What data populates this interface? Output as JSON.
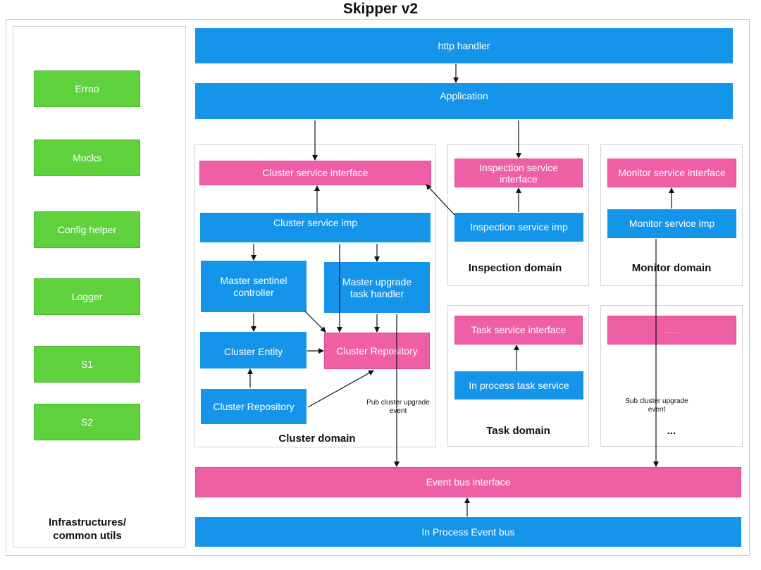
{
  "title": "Skipper v2",
  "infra": {
    "items": [
      "Errno",
      "Mocks",
      "Config helper",
      "Logger",
      "S1",
      "S2"
    ],
    "label_line1": "Infrastructures/",
    "label_line2": "common utils"
  },
  "top": {
    "http_handler": "http handler",
    "application": "Application"
  },
  "cluster_domain": {
    "label": "Cluster domain",
    "service_interface": "Cluster service interface",
    "service_imp": "Cluster service imp",
    "master_sentinel_line1": "Master sentinel",
    "master_sentinel_line2": "controller",
    "master_upgrade_line1": "Master upgrade",
    "master_upgrade_line2": "task handler",
    "cluster_entity": "Cluster Entity",
    "cluster_repository_pink": "Cluster Repository",
    "cluster_repository_blue": "Cluster Repository",
    "pub_note_line1": "Pub cluster upgrade",
    "pub_note_line2": "event"
  },
  "inspection_domain": {
    "label": "Inspection domain",
    "service_interface_line1": "Inspection service",
    "service_interface_line2": "interface",
    "service_imp": "Inspection service imp"
  },
  "monitor_domain": {
    "label": "Monitor domain",
    "service_interface": "Monitor service interface",
    "service_imp": "Monitor service imp"
  },
  "task_domain": {
    "label": "Task domain",
    "service_interface": "Task service interface",
    "service": "In process task service"
  },
  "other_domain": {
    "box_text": "......",
    "label": "...",
    "sub_note_line1": "Sub cluster upgrade",
    "sub_note_line2": "event"
  },
  "bottom": {
    "event_bus_interface": "Event bus interface",
    "in_process_event_bus": "In Process Event bus"
  },
  "colors": {
    "blue": "#1495ea",
    "pink": "#ef5fa5",
    "green": "#5fd13c"
  }
}
